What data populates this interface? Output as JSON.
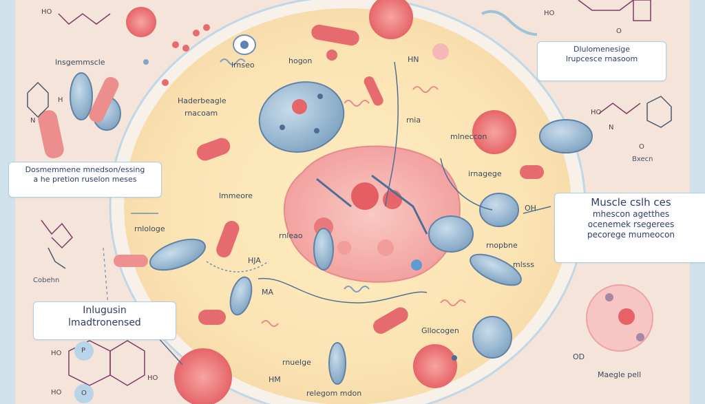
{
  "callouts": {
    "top_right": [
      "Dlulomenesige",
      "lrupcesce rnasoom"
    ],
    "left_middle": [
      "Dosmemmene mnedson/essing",
      "a he pretion ruselon meses"
    ],
    "right_middle": [
      "Muscle cslh ces",
      "mhescon agetthes",
      "ocenemek rsegerees",
      "pecorege mumeocon"
    ],
    "bottom_left": [
      "Inlugusin",
      "lmadtronensed"
    ]
  },
  "labels": {
    "lbl_topleft": "lnsgemmscle",
    "lbl_hedclog": "Haderbeagle",
    "lbl_mloc": "rnacoam",
    "lbl_mrec": "lrnseo",
    "lbl_hogon": "hogon",
    "lbl_hn": "HN",
    "lbl_ma_top": "rnia",
    "lbl_minecob": "mlneccon",
    "lbl_imacge": "irnagege",
    "lbl_limmeee": "lmmeore",
    "lbl_mlogo": "rnlologe",
    "lbl_mleao": "rnleao",
    "lbl_hia": "HJA",
    "lbl_oh": "OH",
    "lbl_mopene": "rnopbne",
    "lbl_mlses": "mlsss",
    "lbl_ma": "MA",
    "lbl_glb": "Gllocogen",
    "lbl_mloc2": "rnuelge",
    "lbl_mdnon": "relegom mdon",
    "lbl_hm": "HM",
    "lbl_cochn": "Cobehn",
    "lbl_beab": "Bxecn",
    "lbl_mgp": "Maegle pell",
    "lbl_od": "OD"
  },
  "chem": {
    "ho_tl": "HO",
    "ho_tr": "HO",
    "o_tr": "O",
    "n_l": "N",
    "n_r": "N",
    "h_l": "H",
    "ho_r": "HO",
    "o_r2": "O",
    "ho_b1": "HO",
    "ho_b2": "HO",
    "ho_b3": "HO",
    "p": "P",
    "o": "O"
  }
}
